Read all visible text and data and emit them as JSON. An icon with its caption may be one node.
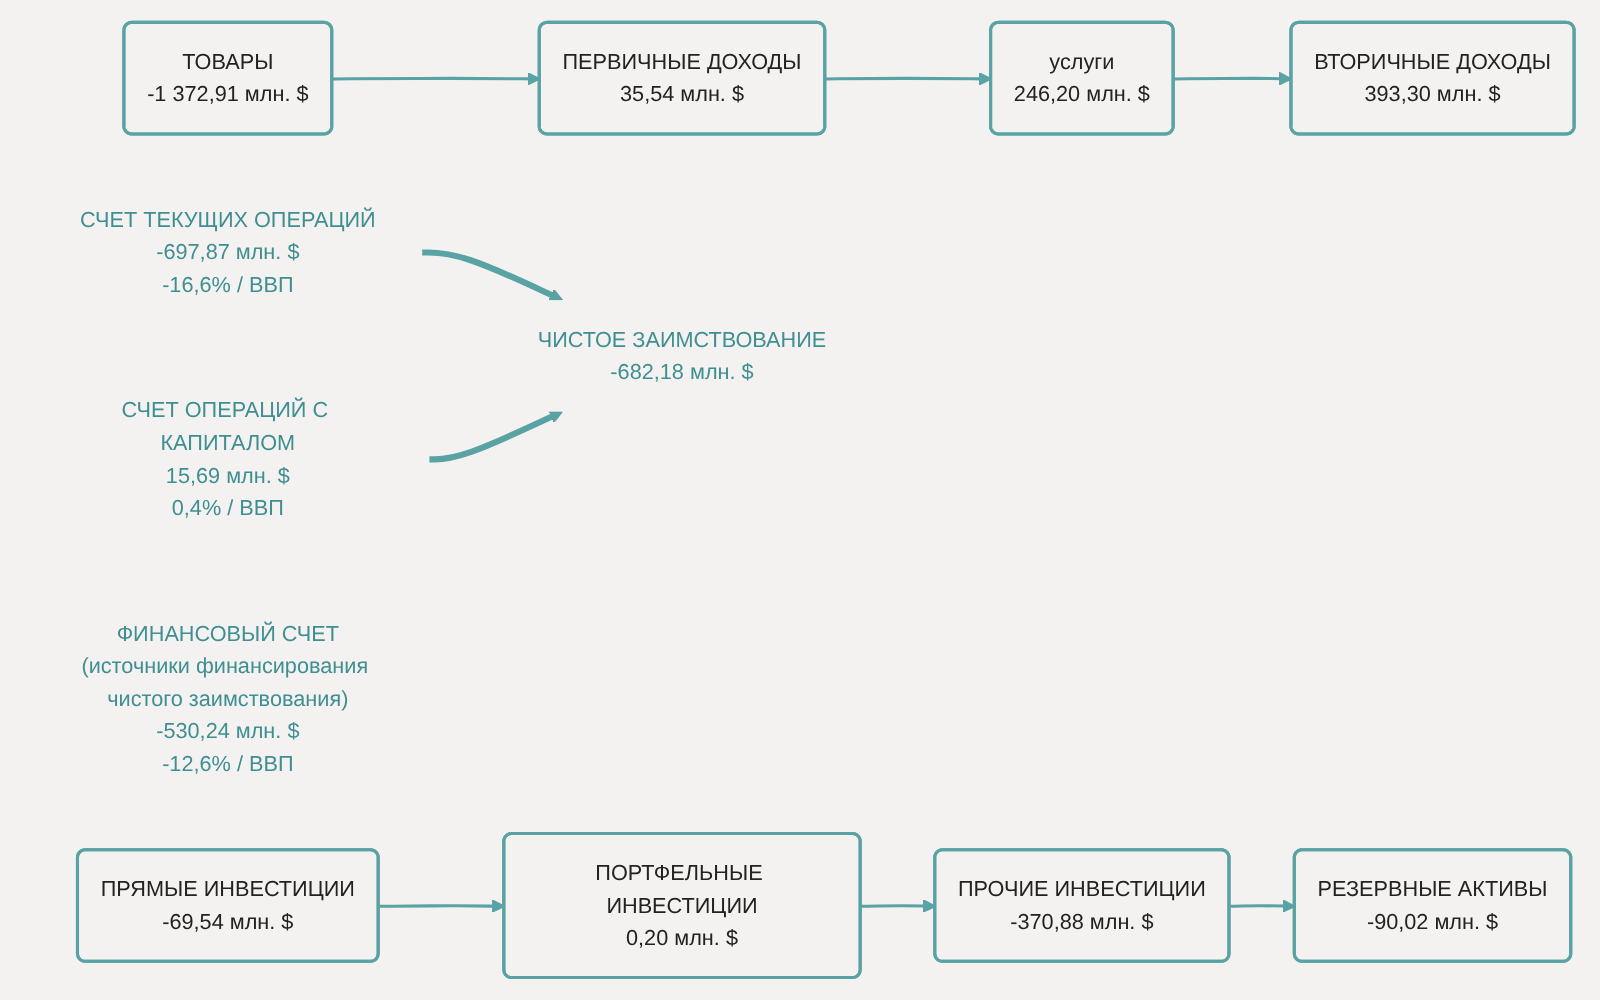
{
  "diagram": {
    "nodes": [
      {
        "text": [
          "СЧЕТ ТЕКУЩИХ ОПЕРАЦИЙ",
          "-697,87 млн. $",
          "-16,6% / ВВП"
        ]
      },
      {
        "text": [
          "ТОВАРЫ",
          "-1 372,91 млн. $"
        ]
      },
      {
        "text": [
          "ПЕРВИЧНЫЕ ДОХОДЫ",
          "35,54 млн. $"
        ]
      },
      {
        "text": [
          "услуги",
          "246,20 млн. $"
        ]
      },
      {
        "text": [
          "ВТОРИЧНЫЕ ДОХОДЫ",
          "393,30 млн. $"
        ]
      },
      {
        "text": [
          "СЧЕТ ОПЕРАЦИЙ С КАПИТАЛОМ",
          "15,69 млн. $",
          "0,4% / ВВП"
        ]
      },
      {
        "text": [
          "ЧИСТОЕ ЗАИМСТВОВАНИЕ",
          "-682,18 млн. $"
        ]
      },
      {
        "text": [
          "ФИНАНСОВЫЙ СЧЕТ",
          "(источники финансирования чистого заимствования)",
          "-530,24 млн. $",
          "-12,6% / ВВП"
        ]
      },
      {
        "text": [
          "ПРЯМЫЕ ИНВЕСТИЦИИ",
          "-69,54 млн. $"
        ]
      },
      {
        "text": [
          "ПОРТФЕЛЬНЫЕ ИНВЕСТИЦИИ",
          "0,20 млн. $"
        ]
      },
      {
        "text": [
          "ПРОЧИЕ ИНВЕСТИЦИИ",
          "-370,88 млн. $"
        ]
      },
      {
        "text": [
          "РЕЗЕРВНЫЕ АКТИВЫ",
          "-90,02 млн. $"
        ]
      }
    ],
    "edges": [
      {
        "from": 1,
        "to": 2,
        "arrow": "to"
      },
      {
        "from": 2,
        "to": 3,
        "arrow": "to"
      },
      {
        "from": 3,
        "to": 4,
        "arrow": "to"
      },
      {
        "from": 0,
        "to": 6,
        "arrow": "to",
        "style": "thick"
      },
      {
        "from": 5,
        "to": 6,
        "arrow": "to",
        "style": "thick"
      },
      {
        "from": 8,
        "to": 9,
        "arrow": "to"
      },
      {
        "from": 9,
        "to": 10,
        "arrow": "to"
      },
      {
        "from": 10,
        "to": 11,
        "arrow": "to"
      }
    ]
  }
}
